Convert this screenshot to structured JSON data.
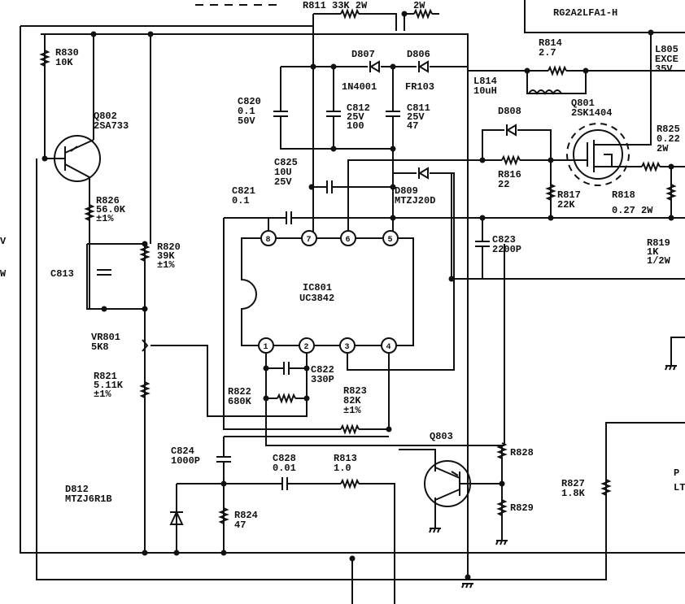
{
  "title": "Switching power supply schematic (UC3842 controller)",
  "ic": {
    "ref": "IC801",
    "part": "UC3842",
    "pins": [
      "1",
      "2",
      "3",
      "4",
      "5",
      "6",
      "7",
      "8"
    ]
  },
  "labels": {
    "r811": [
      "R811 33K 2W"
    ],
    "r811b": [
      "2W"
    ],
    "d805": [
      "RG2A2LFA1-H"
    ],
    "r830": [
      "R830",
      "10K"
    ],
    "q802": [
      "Q802",
      "2SA733"
    ],
    "r826": [
      "R826",
      "56.0K",
      "±1%"
    ],
    "c813": [
      "C813"
    ],
    "r820": [
      "R820",
      "39K",
      "±1%"
    ],
    "vr801": [
      "VR801",
      "5K8"
    ],
    "r821": [
      "R821",
      "5.11K",
      "±1%"
    ],
    "d812": [
      "D812",
      "MTZJ6R1B"
    ],
    "c824": [
      "C824",
      "1000P"
    ],
    "c828": [
      "C828",
      "0.01"
    ],
    "r813": [
      "R813",
      "1.0"
    ],
    "r824": [
      "R824",
      "47"
    ],
    "r822": [
      "R822",
      "680K"
    ],
    "c822": [
      "C822",
      "330P"
    ],
    "r823": [
      "R823",
      "82K",
      "±1%"
    ],
    "c820": [
      "C820",
      "0.1",
      "50V"
    ],
    "c825": [
      "C825",
      "10U",
      "25V"
    ],
    "c821": [
      "C821",
      "0.1"
    ],
    "d807": [
      "D807"
    ],
    "d806": [
      "D806"
    ],
    "n4001": [
      "1N4001"
    ],
    "fr103": [
      "FR103"
    ],
    "c812": [
      "C812",
      "25V",
      "100"
    ],
    "c811": [
      "C811",
      "25V",
      "47"
    ],
    "d809": [
      "D809",
      "MTZJ20D"
    ],
    "r814": [
      "R814",
      "2.7"
    ],
    "l814": [
      "L814",
      "10uH"
    ],
    "d808": [
      "D808"
    ],
    "r816": [
      "R816",
      "22"
    ],
    "r817": [
      "R817",
      "22K"
    ],
    "q801": [
      "Q801",
      "2SK1404"
    ],
    "r818": [
      "R818",
      "0.27 2W"
    ],
    "r825": [
      "R825",
      "0.22",
      "2W"
    ],
    "c823": [
      "C823",
      "2200P"
    ],
    "r819": [
      "R819",
      "1K",
      "1/2W"
    ],
    "l805": [
      "L805",
      "EXCE",
      "35V"
    ],
    "q803": [
      "Q803"
    ],
    "r828": [
      "R828"
    ],
    "r829": [
      "R829"
    ],
    "r827": [
      "R827",
      "1.8K"
    ],
    "pc": [
      "P",
      "LTV"
    ],
    "edge": [
      "V",
      "W"
    ]
  }
}
